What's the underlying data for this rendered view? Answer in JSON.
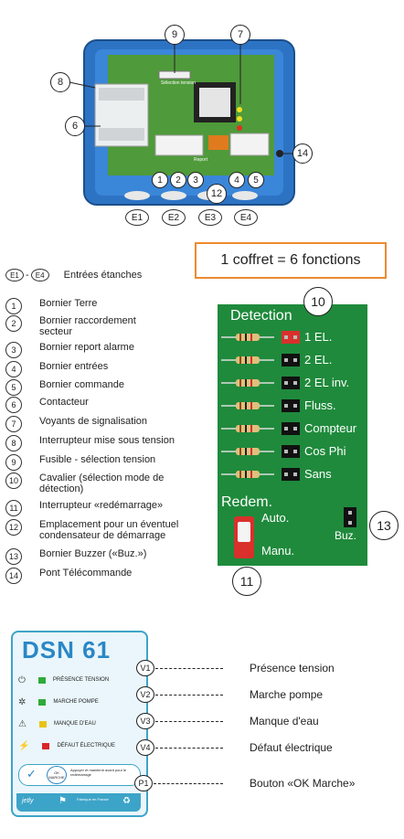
{
  "callouts": {
    "c1": "1",
    "c2": "2",
    "c3": "3",
    "c4": "4",
    "c5": "5",
    "c6": "6",
    "c7": "7",
    "c8": "8",
    "c9": "9",
    "c10": "10",
    "c11": "11",
    "c12": "12",
    "c13": "13",
    "c14": "14"
  },
  "entries": [
    "E1",
    "E2",
    "E3",
    "E4"
  ],
  "board_labels": {
    "fuse_label": "Sélection tension",
    "report": "Report"
  },
  "banner": "1 coffret = 6 fonctions",
  "legend_entry_left": "E1",
  "legend_entry_right": "E4",
  "legend_entry_dash": "-",
  "legend_entries_text": "Entrées étanches",
  "legend": [
    {
      "n": "1",
      "text": "Bornier Terre"
    },
    {
      "n": "2",
      "text": "Bornier raccordement secteur"
    },
    {
      "n": "3",
      "text": "Bornier report alarme"
    },
    {
      "n": "4",
      "text": "Bornier entrées"
    },
    {
      "n": "5",
      "text": "Bornier commande"
    },
    {
      "n": "6",
      "text": "Contacteur"
    },
    {
      "n": "7",
      "text": "Voyants de signalisation"
    },
    {
      "n": "8",
      "text": "Interrupteur mise sous tension"
    },
    {
      "n": "9",
      "text": "Fusible - sélection tension"
    },
    {
      "n": "10",
      "text": "Cavalier (sélection mode de détection)"
    },
    {
      "n": "11",
      "text": "Interrupteur «redémarrage»"
    },
    {
      "n": "12",
      "text": "Emplacement pour un éventuel condensateur de démarrage"
    },
    {
      "n": "13",
      "text": "Bornier Buzzer («Buz.»)"
    },
    {
      "n": "14",
      "text": "Pont Télécommande"
    }
  ],
  "detection": {
    "title": "Detection",
    "rows": [
      "1 EL.",
      "2 EL.",
      "2 EL inv.",
      "Fluss.",
      "Compteur",
      "Cos Phi",
      "Sans"
    ],
    "redem": "Redem.",
    "auto": "Auto.",
    "manu": "Manu.",
    "buz": "Buz."
  },
  "dsn": {
    "title": "DSN 61",
    "leds": [
      {
        "label": "PRÉSENCE TENSION",
        "color": "#2faa3a"
      },
      {
        "label": "MARCHE POMPE",
        "color": "#2faa3a"
      },
      {
        "label": "MANQUE D'EAU",
        "color": "#e8c31a"
      },
      {
        "label": "DÉFAUT ÉLECTRIQUE",
        "color": "#d8262b"
      }
    ],
    "ok_top": "OK",
    "ok_bottom": "MARCHE",
    "ok_text": "Appuyer et maintenir avant pour le redémarrage",
    "made": "Fabriqué en France",
    "brand": "jetly"
  },
  "v_labels": [
    {
      "tag": "V1",
      "text": "Présence tension"
    },
    {
      "tag": "V2",
      "text": "Marche pompe"
    },
    {
      "tag": "V3",
      "text": "Manque d'eau"
    },
    {
      "tag": "V4",
      "text": "Défaut électrique"
    },
    {
      "tag": "P1",
      "text": "Bouton «OK Marche»"
    }
  ]
}
